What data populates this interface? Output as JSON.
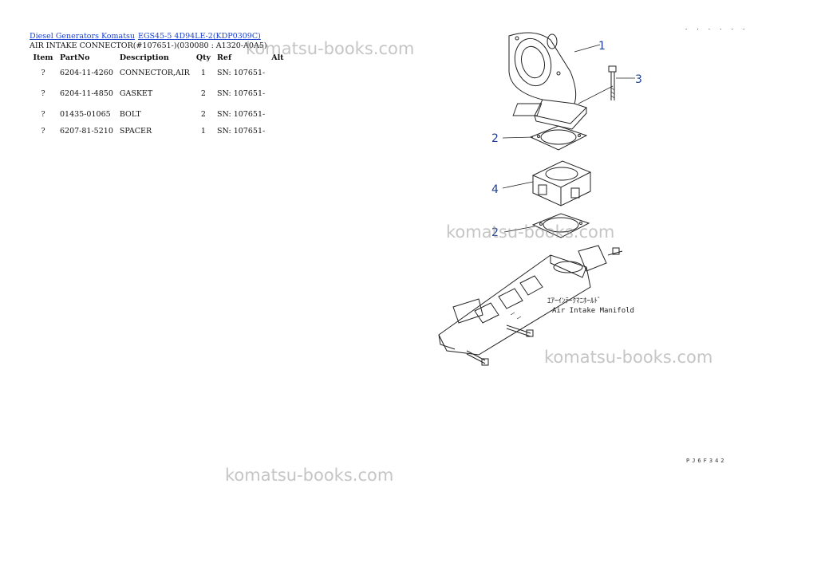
{
  "breadcrumb": {
    "link1": "Diesel Generators Komatsu",
    "link2": "EGS45-5 4D94LE-2(KDP0309C)"
  },
  "subtitle": "AIR INTAKE CONNECTOR(#107651-)(030080 : A1320-A0A5)",
  "table": {
    "headers": [
      "Item",
      "PartNo",
      "Description",
      "Qty",
      "Ref",
      "Alt"
    ],
    "rows": [
      {
        "item": "?",
        "part_no": "6204-11-4260",
        "description": "CONNECTOR,AIR",
        "qty": "1",
        "ref": "SN: 107651-",
        "alt": ""
      },
      {
        "item": "?",
        "part_no": "6204-11-4850",
        "description": "GASKET",
        "qty": "2",
        "ref": "SN: 107651-",
        "alt": ""
      },
      {
        "item": "?",
        "part_no": "01435-01065",
        "description": "BOLT",
        "qty": "2",
        "ref": "SN: 107651-",
        "alt": ""
      },
      {
        "item": "?",
        "part_no": "6207-81-5210",
        "description": "SPACER",
        "qty": "1",
        "ref": "SN: 107651-",
        "alt": ""
      }
    ]
  },
  "watermark_text": "komatsu-books.com",
  "diagram": {
    "callouts": [
      "1",
      "3",
      "2",
      "4",
      "2"
    ],
    "label_jp": "ｴｱｰｲﾝﾃｰｸﾏﾆﾎｰﾙﾄﾞ",
    "label_en": "Air Intake Manifold",
    "code_top": "· · · · · ·",
    "code_bottom": "PJ6F342"
  },
  "colors": {
    "link": "#1a3fcc",
    "callout": "#1f3f8f",
    "watermark": "#969696"
  }
}
